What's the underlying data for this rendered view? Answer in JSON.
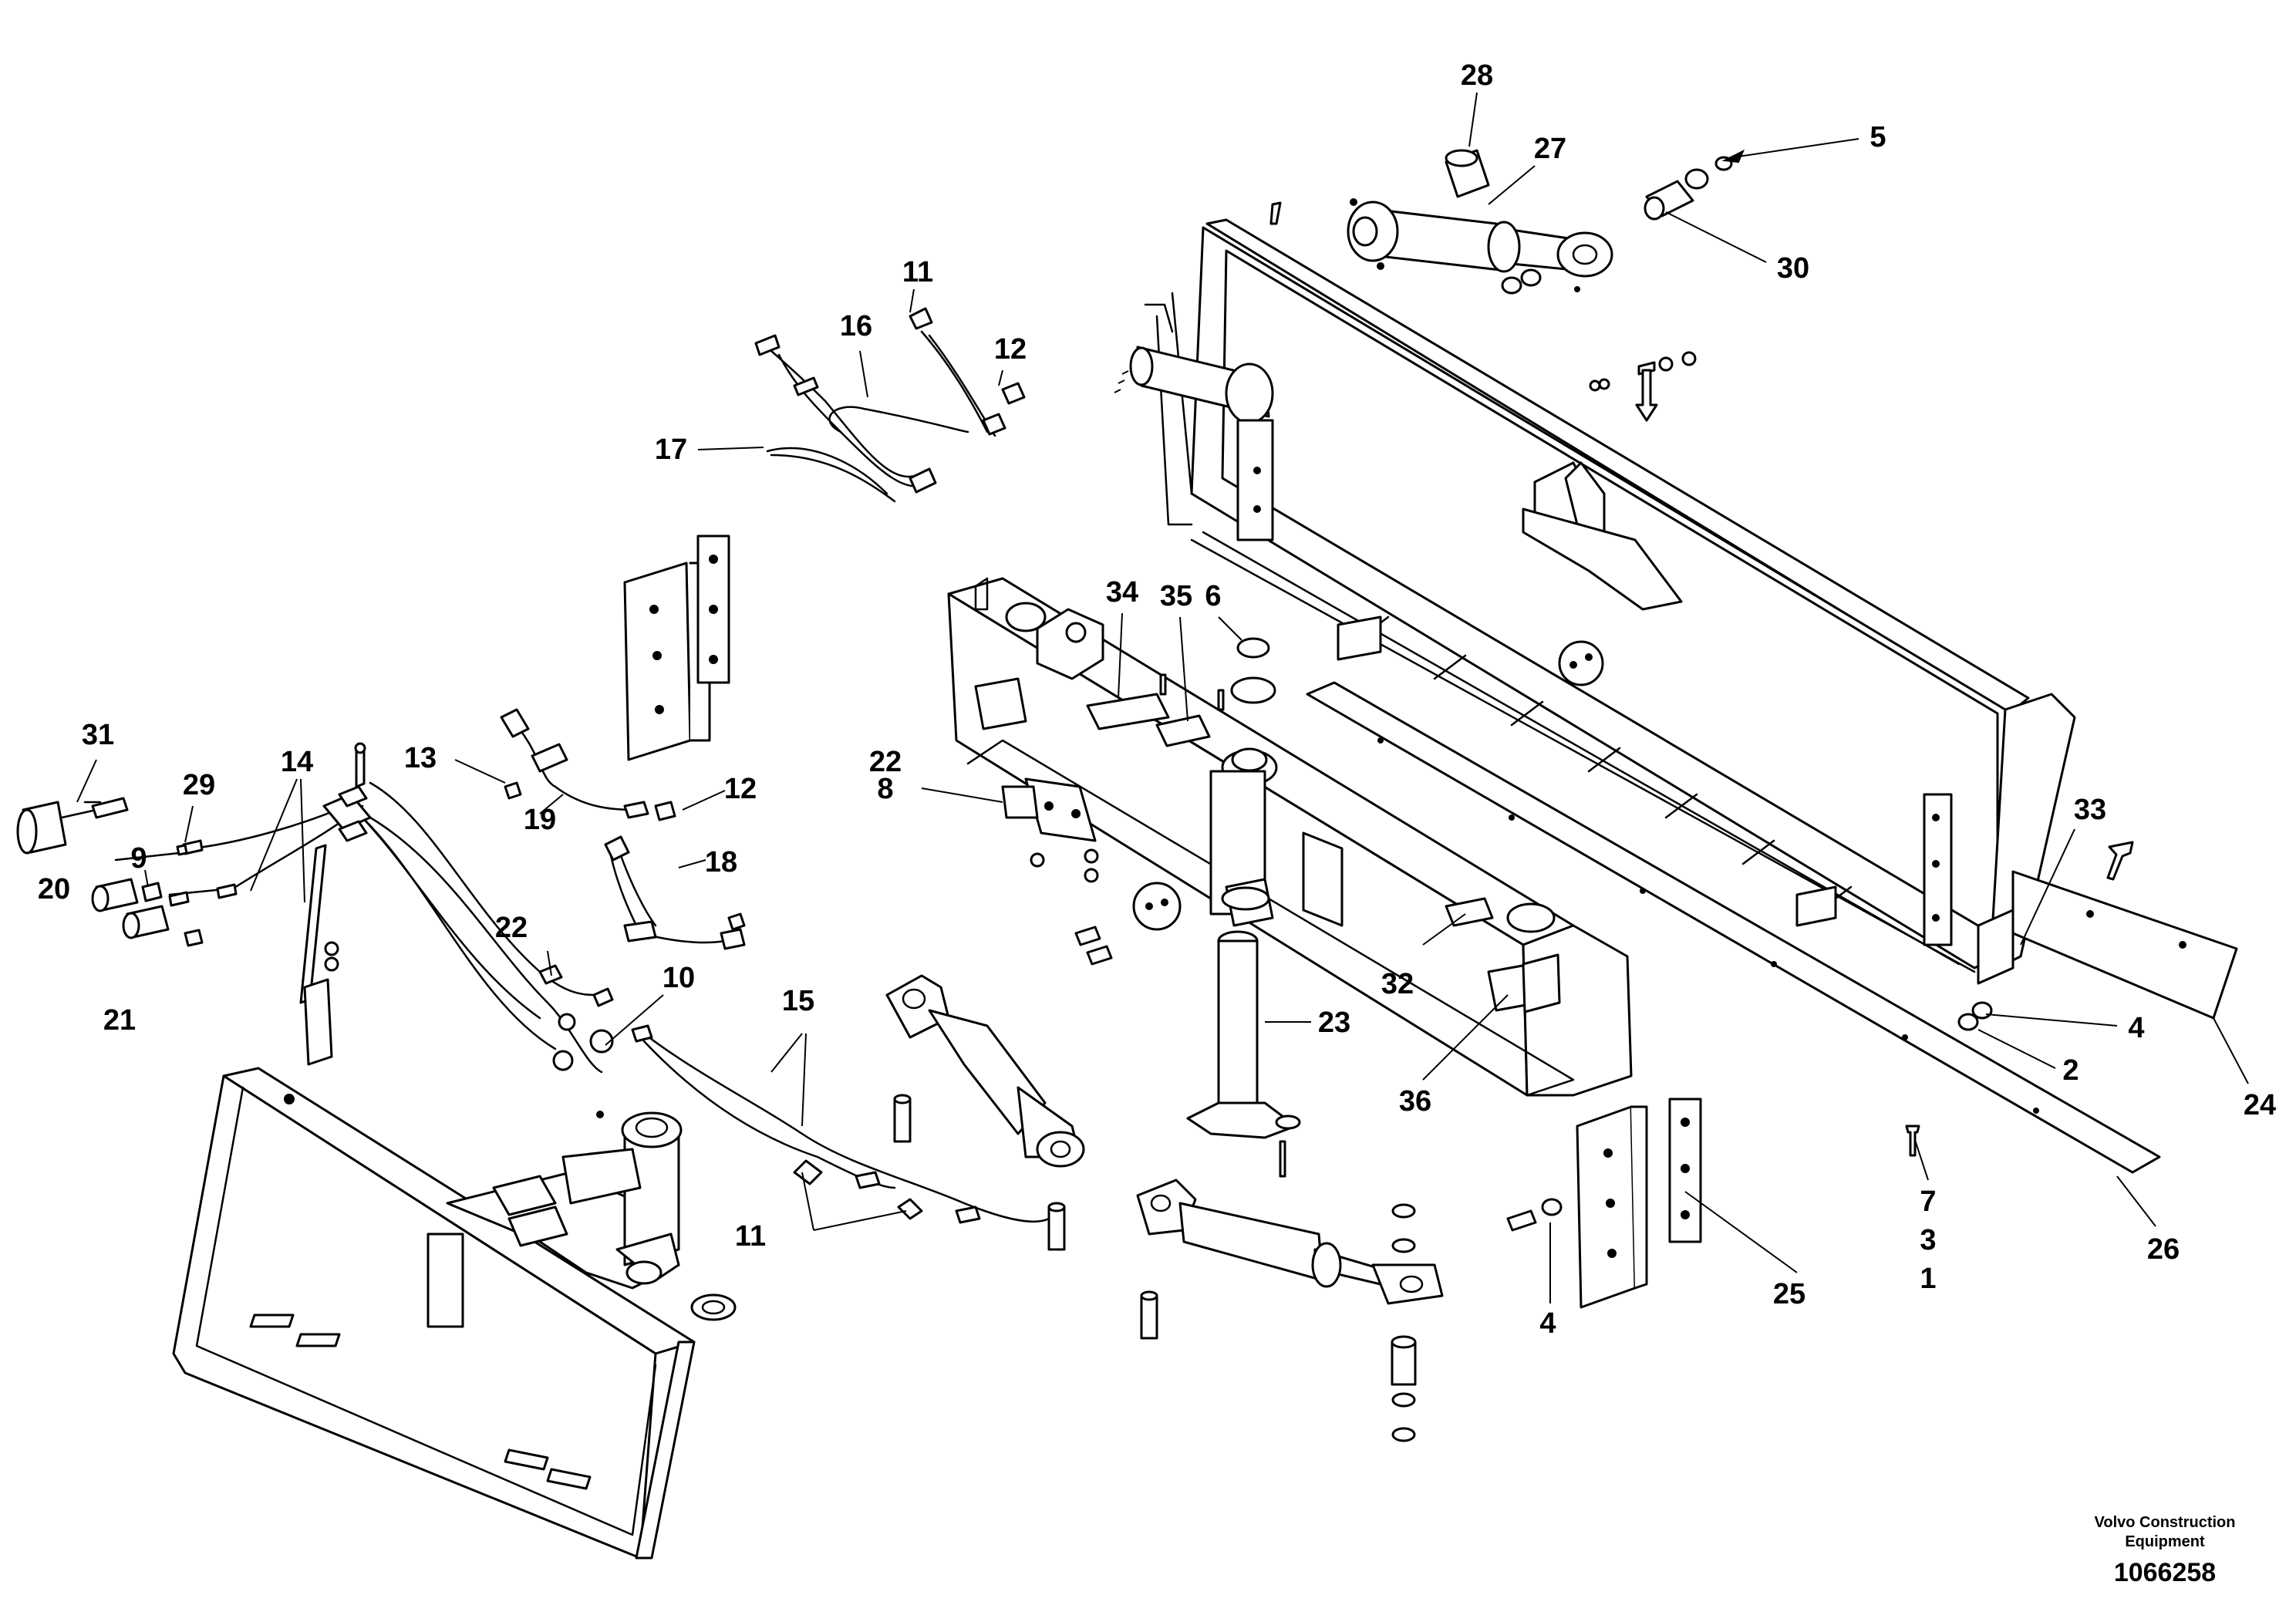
{
  "diagram": {
    "callouts": {
      "c28": "28",
      "c27": "27",
      "c5": "5",
      "c30": "30",
      "c11a": "11",
      "c16": "16",
      "c12a": "12",
      "c17": "17",
      "c34": "34",
      "c35": "35",
      "c6": "6",
      "c31": "31",
      "c29": "29",
      "c14": "14",
      "c13": "13",
      "c12b": "12",
      "c19": "19",
      "c22a": "22",
      "c8": "8",
      "c18": "18",
      "c9": "9",
      "c20": "20",
      "c21": "21",
      "c22b": "22",
      "c10": "10",
      "c15": "15",
      "c33": "33",
      "c4a": "4",
      "c2": "2",
      "c24": "24",
      "c32": "32",
      "c23": "23",
      "c36": "36",
      "c7": "7",
      "c3": "3",
      "c1": "1",
      "c11b": "11",
      "c4b": "4",
      "c25": "25",
      "c26": "26"
    },
    "brand_line1": "Volvo Construction",
    "brand_line2": "Equipment",
    "doc_number": "1066258"
  },
  "colors": {
    "line": "#000000",
    "background": "#ffffff"
  }
}
